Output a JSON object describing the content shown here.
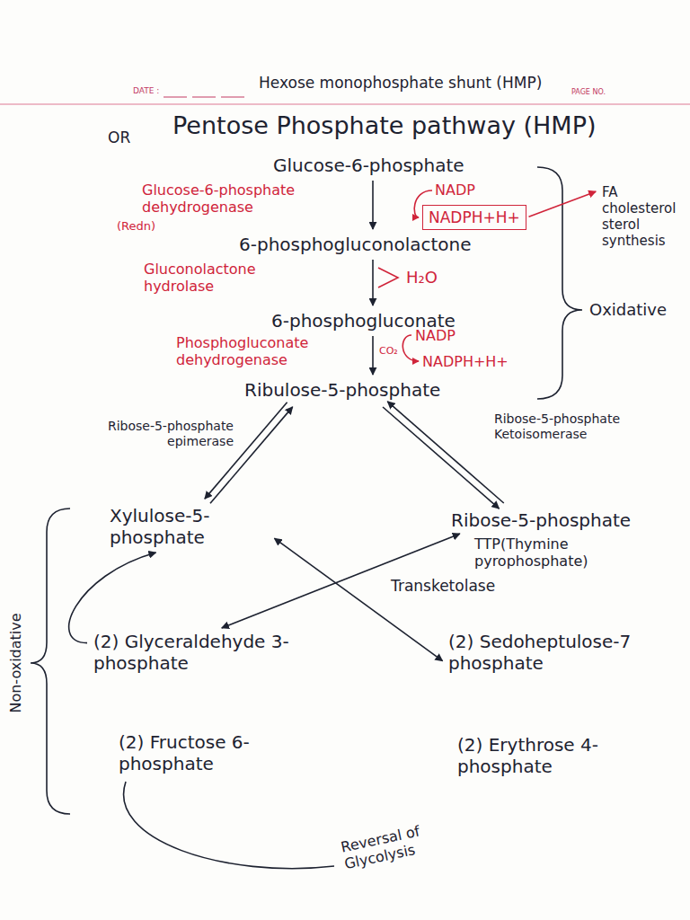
{
  "diagram": {
    "title": "Hexose monophosphate shunt (HMP)",
    "nodes": [
      {
        "text": [
          "Glucose-6-phosphate"
        ]
      },
      {
        "text": [
          "FA cholesterol sterol synthesis"
        ]
      },
      {
        "text": [
          "NADPH+H+"
        ]
      },
      {
        "text": [
          "6-phosphogluconolactone"
        ]
      },
      {
        "text": [
          "6-phosphogluconate"
        ]
      },
      {
        "text": [
          "Ribulose-5-phosphate"
        ]
      },
      {
        "text": [
          "Xylulose-5-phosphate"
        ]
      },
      {
        "text": [
          "Ribose-5-phosphate"
        ]
      },
      {
        "text": [
          "(2) Glyceraldehyde 3-phosphate"
        ]
      },
      {
        "text": [
          "(2) Sedoheptulose-7 phosphate"
        ]
      },
      {
        "text": [
          "(2) Fructose 6-phosphate"
        ]
      },
      {
        "text": [
          "(2) Erythrose 4-phosphate"
        ]
      }
    ],
    "edges": [
      {
        "from": 0,
        "to": 3,
        "arrow": "to"
      },
      {
        "from": 3,
        "to": 4,
        "arrow": "to"
      },
      {
        "from": 4,
        "to": 5,
        "arrow": "to"
      },
      {
        "from": 5,
        "to": 6,
        "arrow": "both",
        "label": "Ribose-5-phosphate epimerase"
      },
      {
        "from": 5,
        "to": 7,
        "arrow": "both",
        "label": "Ribose-5-phosphate Ketoisomerase"
      },
      {
        "from": 6,
        "to": 9,
        "arrow": "both"
      },
      {
        "from": 7,
        "to": 8,
        "arrow": "both"
      },
      {
        "from": 8,
        "to": 6,
        "arrow": "to"
      },
      {
        "from": 2,
        "to": 1,
        "arrow": "to"
      }
    ],
    "labels": [
      "DATE :",
      "PAGE NO.",
      "OR",
      "Pentose Phosphate pathway (HMP)",
      "Glucose-6-phosphate dehydrogenase",
      "(Redn)",
      "NADP",
      "Gluconolactone hydrolase",
      "H₂O",
      "Phosphogluconate dehydrogenase",
      "NADP",
      "CO₂",
      "NADPH+H+",
      "Oxidative",
      "TTP(Thymine pyrophosphate)",
      "Transketolase",
      "Non-oxidative",
      "Reversal of Glycolysis"
    ]
  }
}
